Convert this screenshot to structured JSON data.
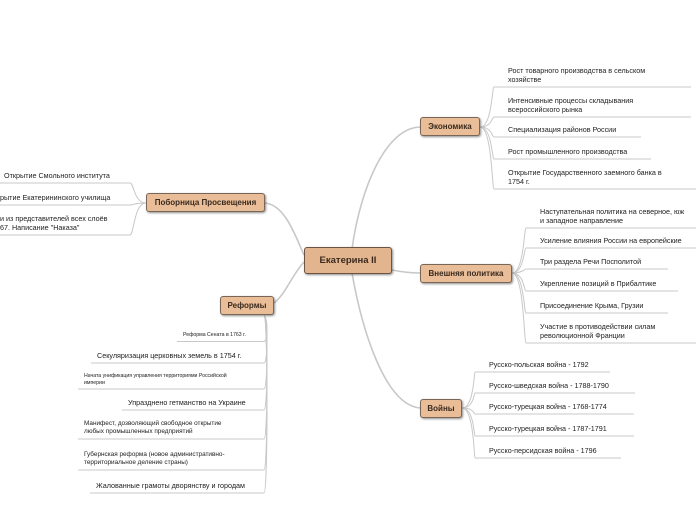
{
  "central": "Екатерина II",
  "topics": {
    "economy": {
      "label": "Экономика",
      "items": [
        [
          "Рост товарного производства в сельском",
          "хозяйстве"
        ],
        [
          "Интенсивные процессы складывания",
          "всероссийского рынка"
        ],
        [
          "Специализация районов России"
        ],
        [
          "Рост промышленного производства"
        ],
        [
          "Открытие Государственного заемного банка в",
          "1754 г."
        ]
      ]
    },
    "foreign": {
      "label": "Внешняя политика",
      "items": [
        [
          "Наступательная политика на северное, юж",
          "и западное направление"
        ],
        [
          "Усиление влияния России на европейские"
        ],
        [
          "Три раздела Речи Посполитой"
        ],
        [
          "Укрепление позиций в Прибалтике"
        ],
        [
          "Присоединение Крыма, Грузии"
        ],
        [
          "Участие в противодействии силам",
          "революционной Франции"
        ]
      ]
    },
    "wars": {
      "label": "Войны",
      "items": [
        [
          "Русско-польская война - 1792"
        ],
        [
          "Русско-шведская война - 1788-1790"
        ],
        [
          "Русско-турецкая война - 1768-1774"
        ],
        [
          "Русско-турецкая война - 1787-1791"
        ],
        [
          "Русско-персидская война - 1796"
        ]
      ]
    },
    "enlightenment": {
      "label": "Поборница Просвещения",
      "items": [
        [
          "Открытие Смольного института"
        ],
        [
          "рытие Екатерининского училища"
        ],
        [
          "и из представителей всех слоёв",
          "67. Написание \"Наказа\""
        ]
      ]
    },
    "reforms": {
      "label": "Реформы",
      "items": [
        [
          "Реформа Сената в 1763 г."
        ],
        [
          "Секуляризация церковных земель в 1754 г."
        ],
        [
          "Начата унификация управления территориями Российской",
          "империи"
        ],
        [
          "Упразднено гетманство на Украине"
        ],
        [
          "Манифест, дозволяющий свободное открытие",
          "любых промышленных предприятий"
        ],
        [
          "Губернская реформа (новое административно-",
          "территориальное деление страны)"
        ],
        [
          "Жалованные грамоты дворянству и городам"
        ]
      ]
    }
  }
}
